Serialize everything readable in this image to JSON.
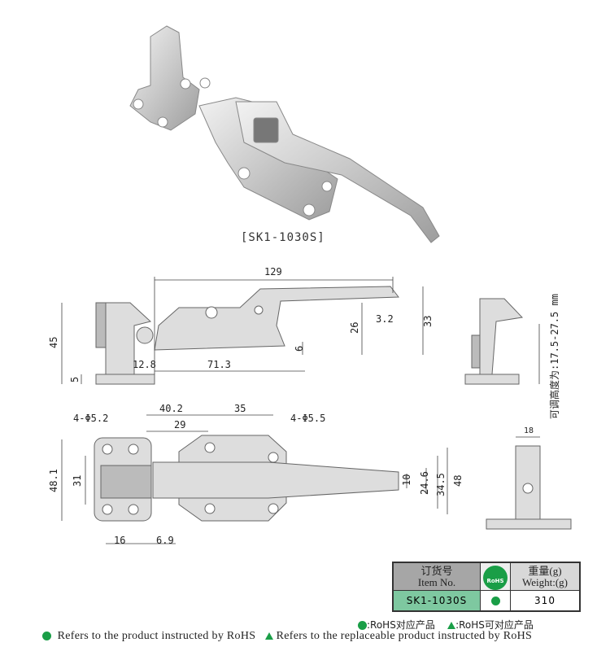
{
  "product": {
    "caption": "[SK1-1030S]"
  },
  "side_view_dims": {
    "overall_length": "129",
    "lever_tip": "3.2",
    "height_26": "26",
    "height_33": "33",
    "height_45": "45",
    "base_6": "6",
    "base_5": "5",
    "offset": "12.8",
    "base_length": "71.3"
  },
  "end_view": {
    "adjustable_height_note": "可调高度为:17.5-27.5 mm"
  },
  "top_view_dims": {
    "holes_left": "4-Φ5.2",
    "holes_right": "4-Φ5.5",
    "span_40_2": "40.2",
    "span_35": "35",
    "span_29": "29",
    "width_48_1": "48.1",
    "width_31": "31",
    "width_16": "16",
    "gap_6_9": "6.9",
    "w10": "10",
    "w24_6": "24.6",
    "w34_5": "34.5",
    "w48": "48",
    "end_width": "18"
  },
  "spec_table": {
    "header_item_cn": "订货号",
    "header_item_en": "Item No.",
    "rohs_badge": "RoHS",
    "header_weight_cn": "重量(g)",
    "header_weight_en": "Weight:(g)",
    "rows": [
      {
        "item": "SK1-1030S",
        "rohs": "circle",
        "weight": "310"
      }
    ]
  },
  "legend": {
    "cn_circle": ":RoHS对应产品",
    "cn_triangle": ":RoHS可对应产品",
    "en_circle": "Refers to the product instructed by RoHS",
    "en_triangle": "Refers to the replaceable product instructed by RoHS"
  },
  "colors": {
    "rohs_green": "#1a9e47",
    "item_cell": "#7ec8a0",
    "header_gray": "#a6a6a6"
  }
}
